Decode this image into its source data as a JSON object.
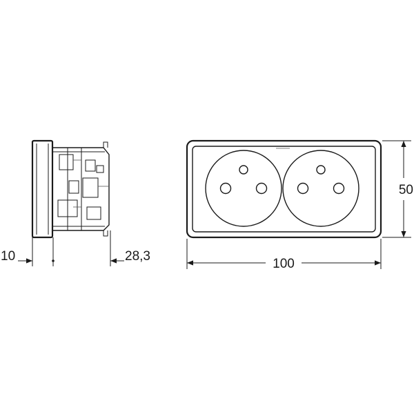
{
  "dimensions": {
    "side_front_depth": "10",
    "side_body_depth": "28,3",
    "front_width": "100",
    "front_height": "50"
  },
  "colors": {
    "line": "#1a1a1a",
    "background": "#ffffff"
  }
}
